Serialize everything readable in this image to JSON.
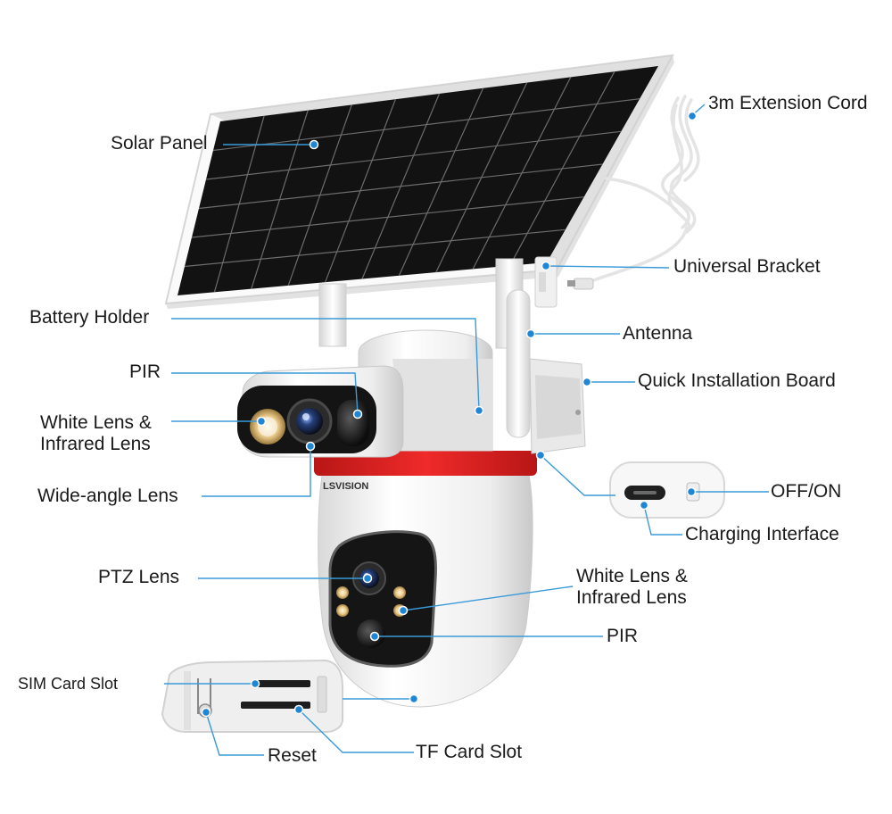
{
  "brand": "LSVISION",
  "labels": {
    "solar_panel": "Solar Panel",
    "extension_cord": "3m Extension Cord",
    "universal_bracket": "Universal Bracket",
    "battery_holder": "Battery Holder",
    "antenna": "Antenna",
    "pir_top": "PIR",
    "quick_installation_board": "Quick Installation Board",
    "white_lens_top_1": "White Lens &",
    "white_lens_top_2": "Infrared Lens",
    "wide_angle_lens": "Wide-angle Lens",
    "off_on": "OFF/ON",
    "charging_interface": "Charging Interface",
    "ptz_lens": "PTZ Lens",
    "white_lens_bottom_1": "White Lens &",
    "white_lens_bottom_2": "Infrared Lens",
    "pir_bottom": "PIR",
    "sim_card_slot": "SIM Card Slot",
    "tf_card_slot": "TF Card Slot",
    "reset": "Reset"
  },
  "colors": {
    "callout_line": "#3a9ad9",
    "callout_dot": "#1f86d6",
    "panel_cell": "#141414",
    "panel_frame": "#f4f4f4",
    "body_white": "#f3f3f3",
    "red_ring": "#e52323"
  }
}
